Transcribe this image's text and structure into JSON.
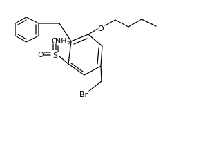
{
  "molecule": {
    "labels": {
      "oxygen_ether": "O",
      "sulfonamide_S": "S",
      "sulfonamide_O_top": "O",
      "sulfonamide_O_bottom": "O",
      "amine_N": "NH",
      "amine_sub": "2",
      "bromine": "Br"
    }
  }
}
